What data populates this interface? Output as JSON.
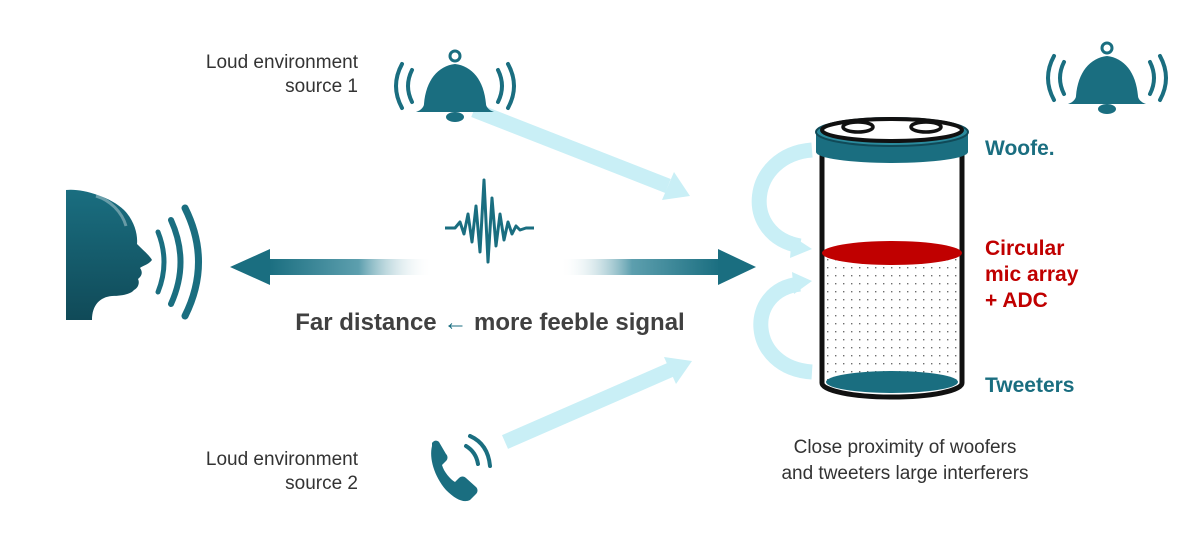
{
  "labels": {
    "source1_line1": "Loud environment",
    "source1_line2": "source 1",
    "source2_line1": "Loud environment",
    "source2_line2": "source 2",
    "center_left": "Far distance",
    "center_arrow": "←",
    "center_right": "more feeble signal",
    "woofer": "Woofe.",
    "mic_line1": "Circular",
    "mic_line2": "mic array",
    "mic_line3": "+ ADC",
    "tweeter": "Tweeters",
    "caption_line1": "Close proximity of woofers",
    "caption_line2": "and tweeters large interferers"
  },
  "icons": {
    "speaker": "speaking-head-icon",
    "bell_left": "bell-icon",
    "bell_right": "bell-icon",
    "phone": "phone-icon",
    "waveform": "waveform-icon",
    "device": "smart-speaker-cylinder-icon"
  },
  "colors": {
    "teal": "#1a6e80",
    "light_cyan": "#c9eff6",
    "red": "#c00000",
    "text": "#333333"
  }
}
